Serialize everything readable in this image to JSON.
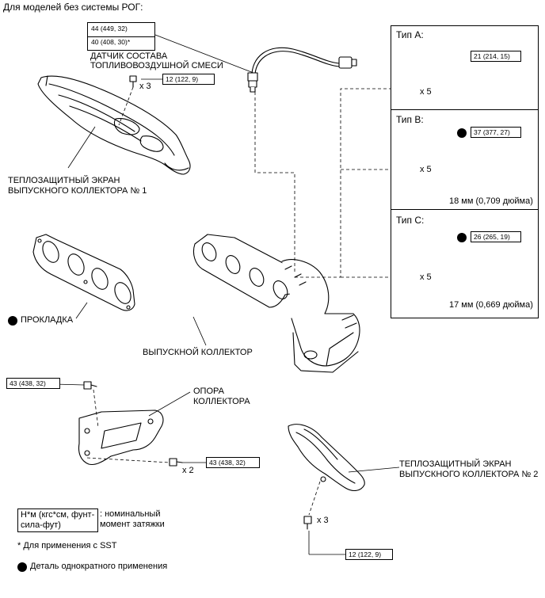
{
  "header": "Для моделей без системы РОГ:",
  "sensor": {
    "torque_line1": "44 (449, 32)",
    "torque_line2": "40 (408, 30)*",
    "label_line1": "ДАТЧИК СОСТАВА",
    "label_line2": "ТОПЛИВОВОЗДУШНОЙ СМЕСИ"
  },
  "heat_shield_1": {
    "torque": "12 (122, 9)",
    "qty": "x 3",
    "label_line1": "ТЕПЛОЗАЩИТНЫЙ ЭКРАН",
    "label_line2": "ВЫПУСКНОГО КОЛЛЕКТОРА № 1"
  },
  "gasket": {
    "label": "ПРОКЛАДКА"
  },
  "manifold": {
    "label": "ВЫПУСКНОЙ КОЛЛЕКТОР"
  },
  "bracket": {
    "torque_top": "43 (438, 32)",
    "torque_bottom": "43 (438, 32)",
    "qty": "x 2",
    "label_line1": "ОПОРА",
    "label_line2": "КОЛЛЕКТОРА"
  },
  "heat_shield_2": {
    "torque": "12 (122, 9)",
    "qty": "x 3",
    "label_line1": "ТЕПЛОЗАЩИТНЫЙ ЭКРАН",
    "label_line2": "ВЫПУСКНОГО КОЛЛЕКТОРА № 2"
  },
  "types": [
    {
      "title": "Тип A:",
      "torque": "21 (214, 15)",
      "qty": "x 5",
      "dimension": ""
    },
    {
      "title": "Тип B:",
      "torque": "37 (377, 27)",
      "qty": "x 5",
      "dimension": "18 мм (0,709 дюйма)"
    },
    {
      "title": "Тип C:",
      "torque": "26 (265, 19)",
      "qty": "x 5",
      "dimension": "17 мм (0,669 дюйма)"
    }
  ],
  "legend": {
    "unit_line1": "Н*м (кгс*см, фунт-",
    "unit_line2": "сила-фут)",
    "unit_desc_line1": ": номинальный",
    "unit_desc_line2": "момент затяжки",
    "sst_note": "* Для применения с SST",
    "single_use": "Деталь однократного применения"
  }
}
